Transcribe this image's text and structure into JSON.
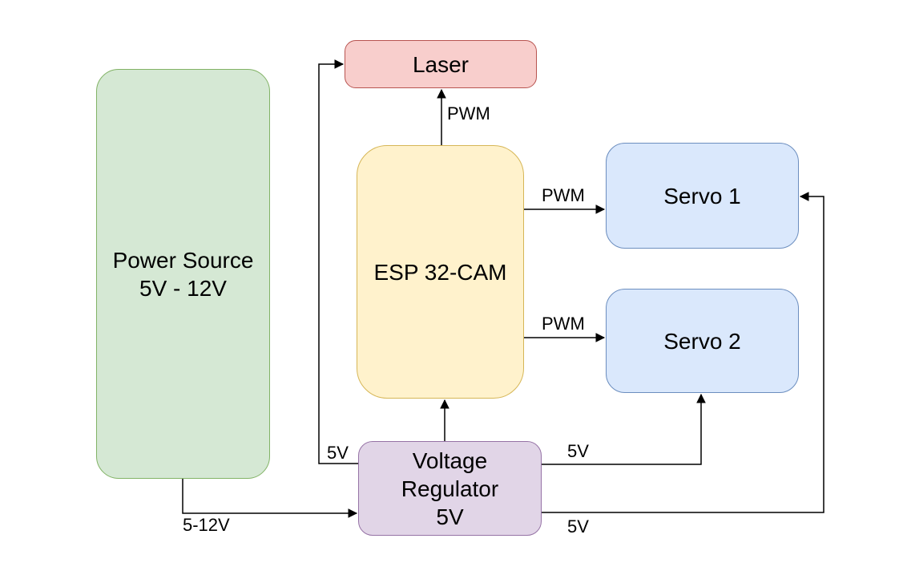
{
  "diagram": {
    "background": "#ffffff",
    "line_color": "#000000",
    "nodes": {
      "power_source": {
        "line1": "Power Source",
        "line2": "5V - 12V",
        "fill": "#d5e8d4",
        "stroke": "#82b366"
      },
      "laser": {
        "line1": "Laser",
        "fill": "#f8cecc",
        "stroke": "#b85450"
      },
      "esp32cam": {
        "line1": "ESP 32-CAM",
        "fill": "#fff2cc",
        "stroke": "#d6b656"
      },
      "servo1": {
        "line1": "Servo 1",
        "fill": "#dae8fc",
        "stroke": "#6c8ebf"
      },
      "servo2": {
        "line1": "Servo 2",
        "fill": "#dae8fc",
        "stroke": "#6c8ebf"
      },
      "voltage_regulator": {
        "line1": "Voltage",
        "line2": "Regulator",
        "line3": "5V",
        "fill": "#e1d5e7",
        "stroke": "#9673a6"
      }
    },
    "edge_labels": {
      "esp_to_laser": "PWM",
      "esp_to_servo1": "PWM",
      "esp_to_servo2": "PWM",
      "regulator_to_laser": "5V",
      "regulator_to_servo2": "5V",
      "regulator_to_servo1": "5V",
      "power_to_regulator": "5-12V"
    }
  }
}
